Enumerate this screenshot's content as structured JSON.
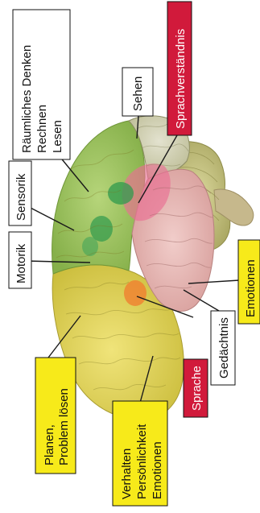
{
  "labels": {
    "raeumliches_denken": "Räumliches Denken",
    "rechnen": "Rechnen",
    "lesen": "Lesen",
    "sehen": "Sehen",
    "sprachverstaendnis": "Sprachverständnis",
    "sensorik": "Sensorik",
    "motorik": "Motorik",
    "planen": "Planen,",
    "problem_loesen": "Problem lösen",
    "verhalten": "Verhalten",
    "persoenlichkeit": "Persönlichkeit",
    "emotionen_frontal": "Emotionen",
    "sprache": "Sprache",
    "gedaechtnis": "Gedächtnis",
    "emotionen_limbic": "Emotionen"
  },
  "colors": {
    "label_box_white": "#ffffff",
    "label_box_yellow": "#f7ea1a",
    "label_box_red": "#d11a3b",
    "frontal_lobe": "#e3d65a",
    "parietal_lobe": "#9cc25c",
    "occipital_lobe": "#cfcfb1",
    "temporal_lobe": "#e9b7b5",
    "cerebellum": "#c7c586",
    "language_area": "#ea6f93",
    "sensory_spot": "#3ea35a",
    "motor_speech_spot": "#f08030"
  }
}
